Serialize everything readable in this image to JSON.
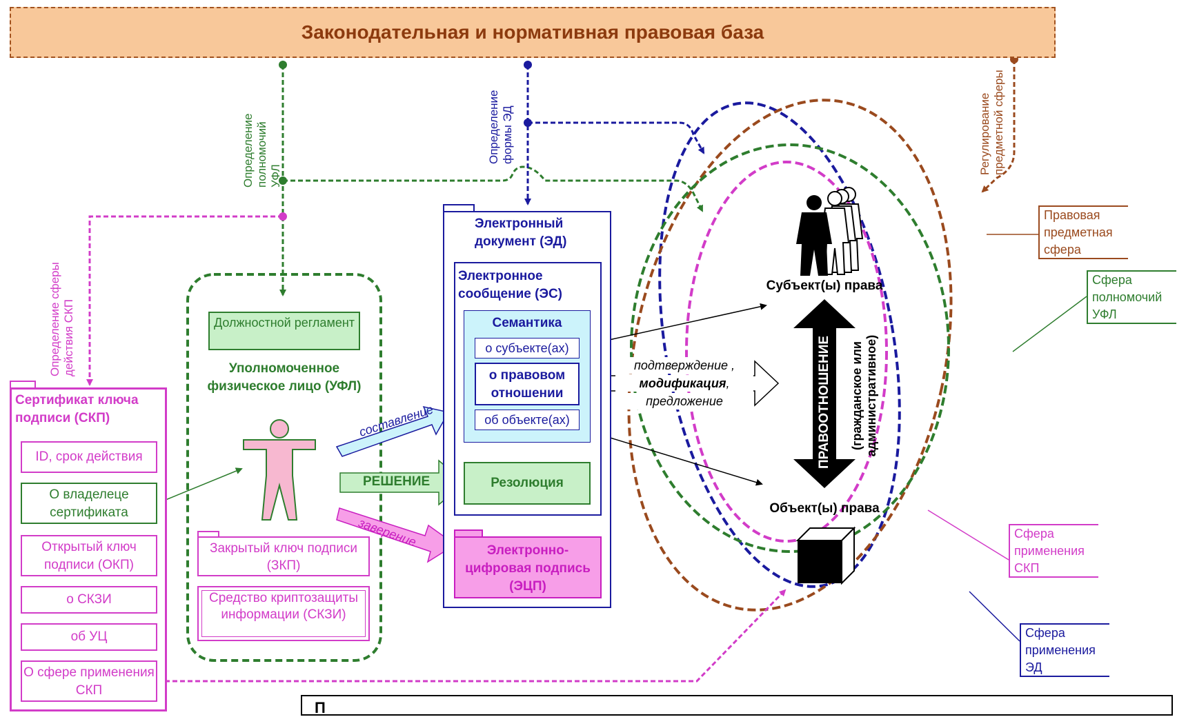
{
  "header": {
    "title": "Законодательная и нормативная правовая база"
  },
  "flows": {
    "define_ufl_powers": "Определение полномочий УФЛ",
    "define_ed_form": "Определение формы ЭД",
    "regulate_subject_sphere": "Регулирование предметной сферы",
    "define_skp_sphere": "Определение сферы действия СКП"
  },
  "certificate": {
    "title": "Сертификат ключа подписи (СКП)",
    "items": [
      "ID, срок действия",
      "О владелеце сертификата",
      "Открытый ключ подписи (ОКП)",
      "о СКЗИ",
      "об УЦ",
      "О сфере применения СКП"
    ]
  },
  "ufl": {
    "regulation": "Должностной регламент",
    "title": "Уполномоченное физическое лицо (УФЛ)",
    "private_key": "Закрытый ключ подписи (ЗКП)",
    "crypto_tool": "Средство криптозащиты информации (СКЗИ)"
  },
  "actions": {
    "composition": "составление",
    "decision": "РЕШЕНИЕ",
    "certification": "заверение"
  },
  "ed": {
    "title": "Электронный документ (ЭД)",
    "message_title": "Электронное сообщение (ЭС)",
    "semantics": "Семантика",
    "about_subject": "о субъекте(ах)",
    "about_relation": "о правовом отношении",
    "about_object": "об объекте(ах)",
    "resolution": "Резолюция",
    "eds": "Электронно-цифровая подпись (ЭЦП)"
  },
  "effects": {
    "confirmation": "подтверждение ,",
    "modification": "модификация",
    "modification_comma": ",",
    "proposal": "предложение"
  },
  "legal": {
    "subjects": "Субъект(ы) права",
    "objects": "Объект(ы) права",
    "relation": "ПРАВООТНОШЕНИЕ",
    "relation_type": "(гражданское или административное)"
  },
  "spheres": {
    "legal_subject_sphere": "Правовая предметная сфера",
    "ufl_powers_sphere": "Сфера полномочий УФЛ",
    "skp_sphere": "Сфера применения СКП",
    "ed_sphere": "Сфера применения ЭД"
  },
  "footer": {
    "caption_start": "П"
  },
  "colors": {
    "header_fill": "#f8c89a",
    "header_text": "#8c3a0e",
    "green": "#2e7d2e",
    "blue": "#1a1a9e",
    "magenta": "#d23cc8",
    "brown": "#9a4a1e"
  }
}
